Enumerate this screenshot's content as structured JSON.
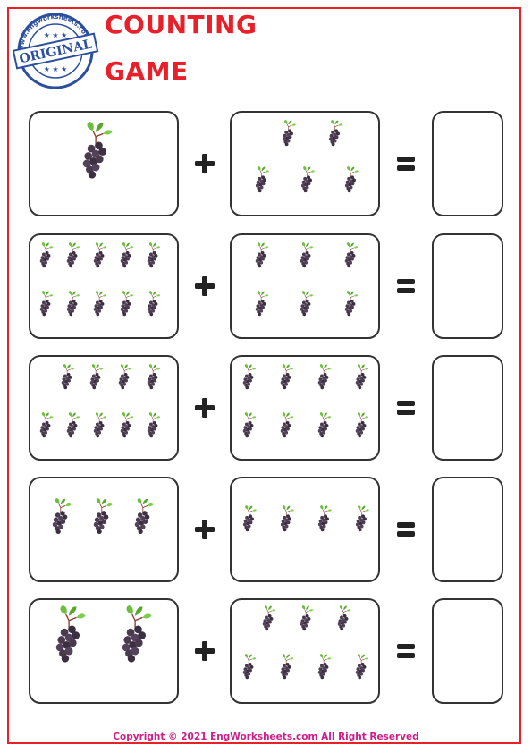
{
  "header": {
    "title_line1": "COUNTING",
    "title_line2": "GAME",
    "stamp_text": "ORIGINAL",
    "stamp_ring_text": "www.engworksheets.com",
    "title_color": "#e8202a"
  },
  "rows": [
    {
      "left_count": 1,
      "right_count": 5,
      "operator": "+",
      "equals": "="
    },
    {
      "left_count": 10,
      "right_count": 6,
      "operator": "+",
      "equals": "="
    },
    {
      "left_count": 9,
      "right_count": 8,
      "operator": "+",
      "equals": "="
    },
    {
      "left_count": 3,
      "right_count": 4,
      "operator": "+",
      "equals": "="
    },
    {
      "left_count": 2,
      "right_count": 7,
      "operator": "+",
      "equals": "="
    }
  ],
  "icons": {
    "item": "grape-bunch-icon",
    "plus": "plus-icon",
    "equals": "equals-icon",
    "stamp": "original-stamp-icon"
  },
  "footer": {
    "copyright": "Copyright © 2021 EngWorksheets.com All Right Reserved"
  },
  "colors": {
    "border": "#e8202a",
    "footer": "#cc1f8a",
    "grape": "#4a3a4e",
    "leaf": "#6cbf3a"
  }
}
